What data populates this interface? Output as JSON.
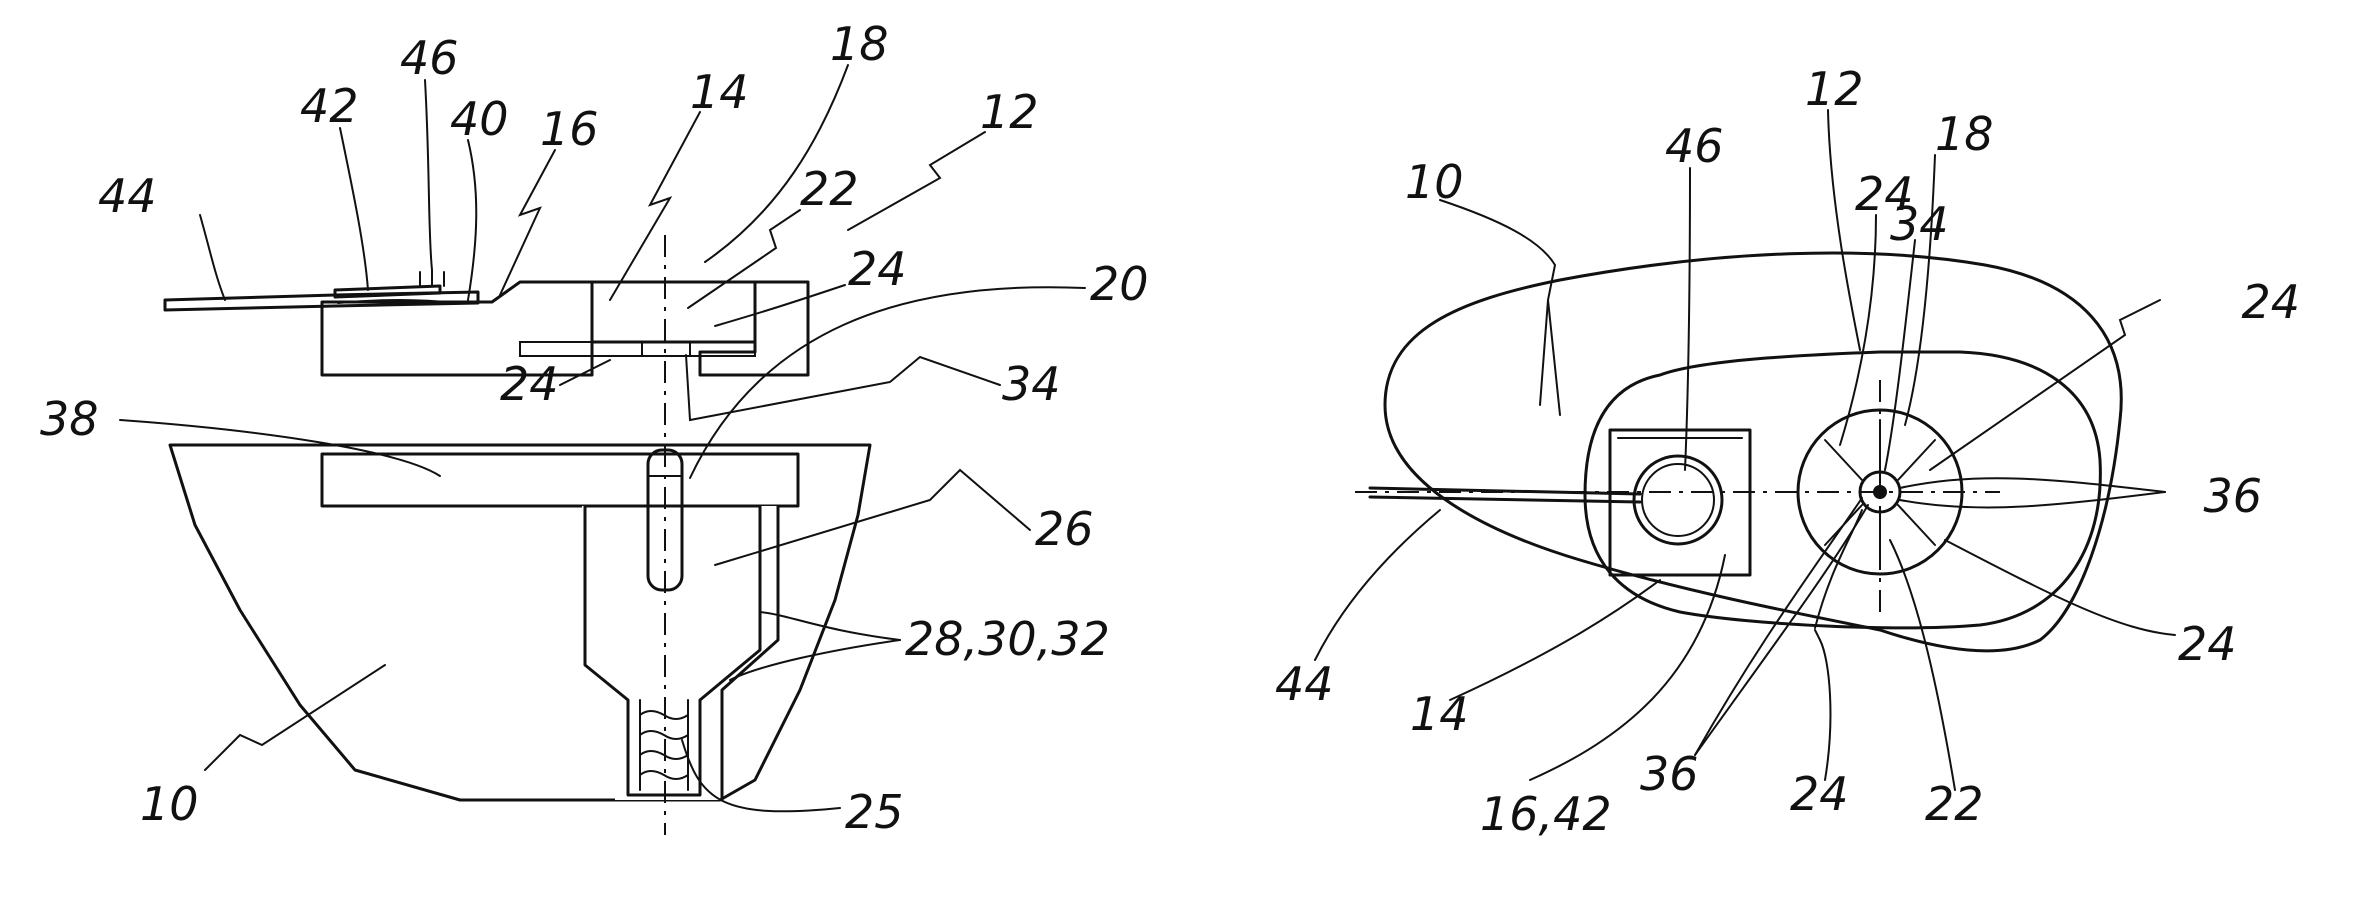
{
  "left_figure": {
    "labels": [
      "44",
      "42",
      "46",
      "40",
      "16",
      "14",
      "18",
      "22",
      "12",
      "24",
      "20",
      "34",
      "24",
      "38",
      "26",
      "28,30,32",
      "10",
      "25"
    ]
  },
  "right_figure": {
    "labels": [
      "10",
      "46",
      "12",
      "24",
      "18",
      "34",
      "24",
      "36",
      "44",
      "14",
      "16,42",
      "36",
      "24",
      "22",
      "24"
    ]
  }
}
